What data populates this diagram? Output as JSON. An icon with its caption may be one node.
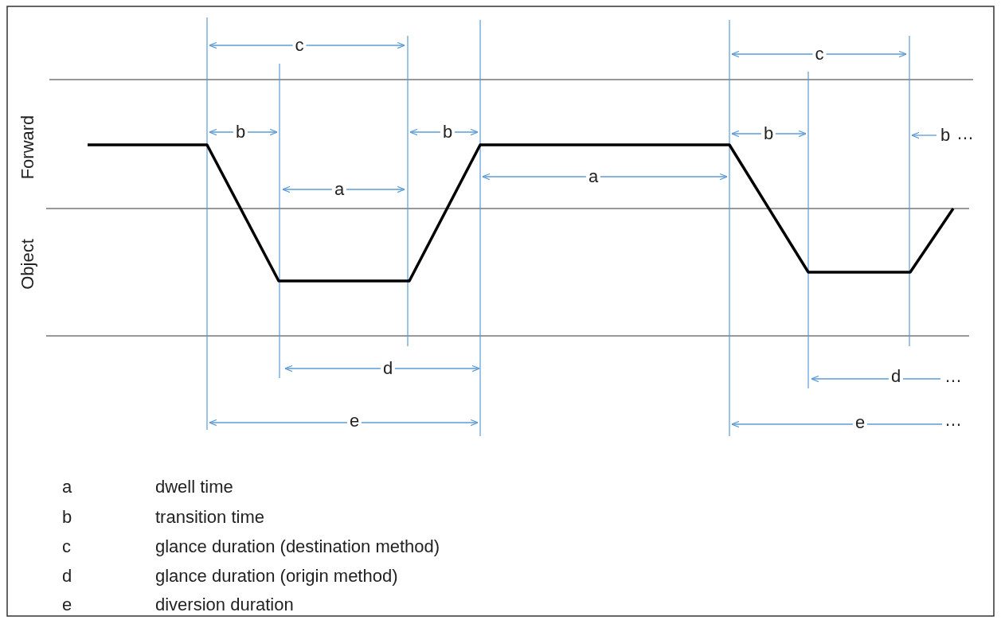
{
  "diagram": {
    "labels": [
      "c",
      "c",
      "b",
      "b",
      "b",
      "b",
      "…",
      "Forward",
      "a",
      "a",
      "Object",
      "d",
      "d",
      "…",
      "e",
      "e",
      "…",
      "a",
      "dwell time",
      "b",
      "transition time",
      "c",
      "glance duration (destination method)",
      "d",
      "glance duration (origin method)",
      "e",
      "diversion duration"
    ]
  }
}
